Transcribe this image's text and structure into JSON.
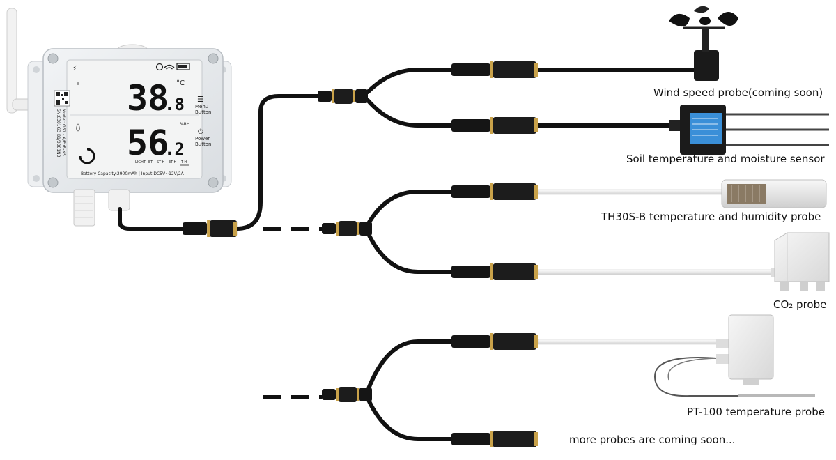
{
  "device": {
    "model_line1": "Model: GS1 - A/PoE-NS",
    "model_line2": "SN:6301G3 B1/0001N3",
    "temperature_main": "38",
    "temperature_decimal": ".8",
    "temperature_unit": "°C",
    "humidity_main": "56",
    "humidity_decimal": ".2",
    "humidity_unit": "%RH",
    "menu_label_1": "Menu",
    "menu_label_2": "Button",
    "power_label_1": "Power",
    "power_label_2": "Button",
    "modes": [
      "LIGHT",
      "ET",
      "ST-H",
      "ET-H",
      "T-H"
    ],
    "footer": "Battery Capacity:2900mAh | Input:DC5V~12V/2A"
  },
  "probes": [
    {
      "label": "Wind speed probe(coming soon)"
    },
    {
      "label": "Soil temperature and moisture sensor"
    },
    {
      "label": "TH30S-B temperature and humidity probe"
    },
    {
      "label": "CO₂ probe"
    },
    {
      "label": "PT-100 temperature probe"
    },
    {
      "label": "more probes are coming soon..."
    }
  ],
  "colors": {
    "cable": "#111111",
    "white_cable": "#f4f4f4",
    "connector_ring": "#c9a24a",
    "enclosure": "#e9ecef",
    "lcd": "#f3f4f4",
    "soil_label": "#3a8fd8"
  }
}
